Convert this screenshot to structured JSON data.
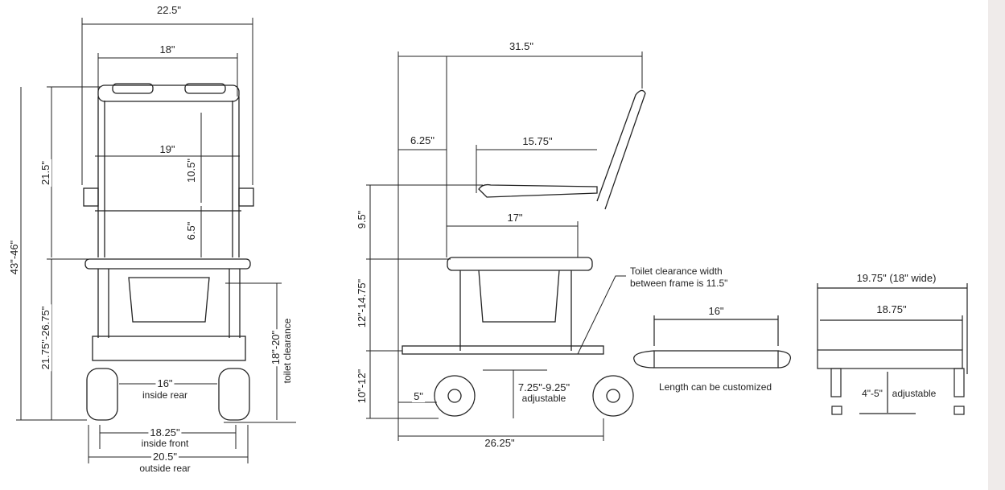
{
  "front_view": {
    "overall_width": "22.5\"",
    "seat_width": "18\"",
    "armrest_width": "19\"",
    "back_upper": "10.5\"",
    "back_lower": "6.5\"",
    "back_height": "21.5\"",
    "overall_height": "43\"-46\"",
    "seat_height": "21.75\"-26.75\"",
    "toilet_clearance": "18\"-20\"",
    "toilet_clearance_label": "toilet clearance",
    "inside_rear": "16\"",
    "inside_rear_label": "inside rear",
    "inside_front": "18.25\"",
    "inside_front_label": "inside front",
    "outside_rear": "20.5\"",
    "outside_rear_label": "outside rear"
  },
  "side_view": {
    "overall_length": "31.5\"",
    "handle_offset": "6.25\"",
    "armrest_length": "15.75\"",
    "arm_height": "9.5\"",
    "seat_depth": "17\"",
    "seat_frame_height": "12\"-14.75\"",
    "base_height": "10\"-12\"",
    "footrest_offset": "5\"",
    "footrest_height": "7.25\"-9.25\"",
    "footrest_height_label": "adjustable",
    "wheelbase": "26.25\"",
    "note_line1": "Toilet clearance width",
    "note_line2": "between frame is 11.5\""
  },
  "footrest_top": {
    "length": "16\"",
    "note": "Length can be customized"
  },
  "footrest_side": {
    "overall": "19.75\" (18\" wide)",
    "inner": "18.75\"",
    "leg_height": "4\"-5\"",
    "leg_label": "adjustable"
  }
}
